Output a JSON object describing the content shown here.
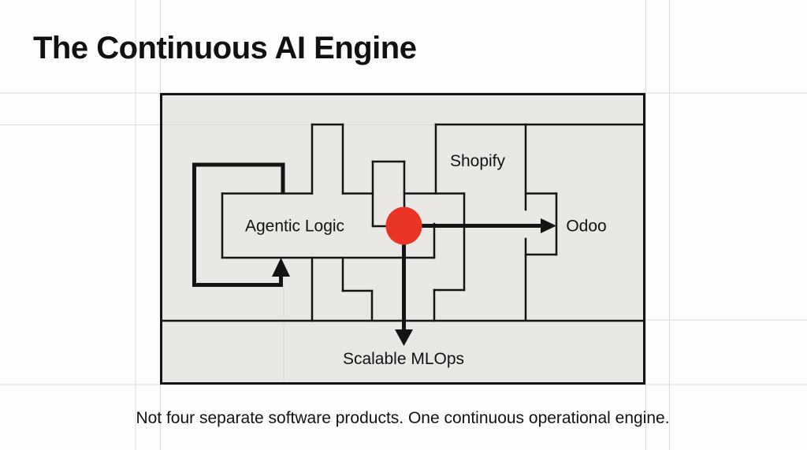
{
  "slide": {
    "title": "The Continuous AI Engine",
    "caption": "Not four separate software products. One continuous operational engine."
  },
  "diagram": {
    "nodes": [
      {
        "id": "agentic-logic",
        "label": "Agentic Logic"
      },
      {
        "id": "shopify",
        "label": "Shopify"
      },
      {
        "id": "odoo",
        "label": "Odoo"
      },
      {
        "id": "scalable-mlops",
        "label": "Scalable MLOps"
      }
    ],
    "hub": {
      "shape": "red-dot",
      "description": "central red hub where all pieces interlock"
    },
    "connections": [
      {
        "from": "hub",
        "to": "odoo",
        "style": "straight-arrow-right"
      },
      {
        "from": "hub",
        "to": "scalable-mlops",
        "style": "straight-arrow-down"
      },
      {
        "from": "scalable-mlops-band",
        "to": "agentic-logic",
        "style": "feedback-loop-arrow-up"
      }
    ],
    "colors": {
      "hub_red": "#ea3426",
      "line": "#141414",
      "panel_fill": "#e9e8e5",
      "page_bg": "#fdfdfc",
      "grid": "#dbdbd9",
      "text": "#121212"
    }
  }
}
